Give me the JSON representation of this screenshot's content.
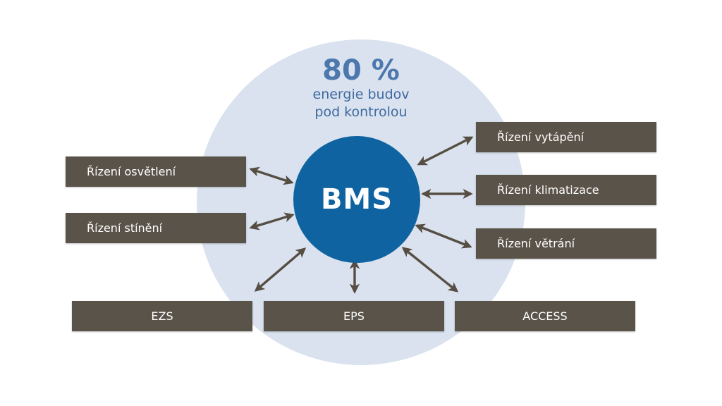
{
  "diagram": {
    "headline": {
      "percent": "80 %",
      "line1": "energie budov",
      "line2": "pod kontrolou"
    },
    "hub": {
      "label": "BMS"
    },
    "left_systems": [
      {
        "label": "Řízení osvětlení"
      },
      {
        "label": "Řízení stínění"
      }
    ],
    "right_systems": [
      {
        "label": "Řízení vytápění"
      },
      {
        "label": "Řízení klimatizace"
      },
      {
        "label": "Řízení větrání"
      }
    ],
    "bottom_systems": [
      {
        "label": "EZS"
      },
      {
        "label": "EPS"
      },
      {
        "label": "ACCESS"
      }
    ],
    "connections": [
      {
        "from": "BMS",
        "to": "Řízení osvětlení",
        "type": "bidirectional"
      },
      {
        "from": "BMS",
        "to": "Řízení stínění",
        "type": "bidirectional"
      },
      {
        "from": "BMS",
        "to": "Řízení vytápění",
        "type": "bidirectional"
      },
      {
        "from": "BMS",
        "to": "Řízení klimatizace",
        "type": "bidirectional"
      },
      {
        "from": "BMS",
        "to": "Řízení větrání",
        "type": "bidirectional"
      },
      {
        "from": "BMS",
        "to": "EZS",
        "type": "bidirectional"
      },
      {
        "from": "BMS",
        "to": "EPS",
        "type": "bidirectional"
      },
      {
        "from": "BMS",
        "to": "ACCESS",
        "type": "bidirectional"
      }
    ],
    "colors": {
      "outer_circle": "#d9e2ee",
      "hub": "#0f63a1",
      "box": "#5a5349",
      "box_text": "#ffffff",
      "headline": "#4d78ad",
      "arrow": "#564e43"
    }
  }
}
